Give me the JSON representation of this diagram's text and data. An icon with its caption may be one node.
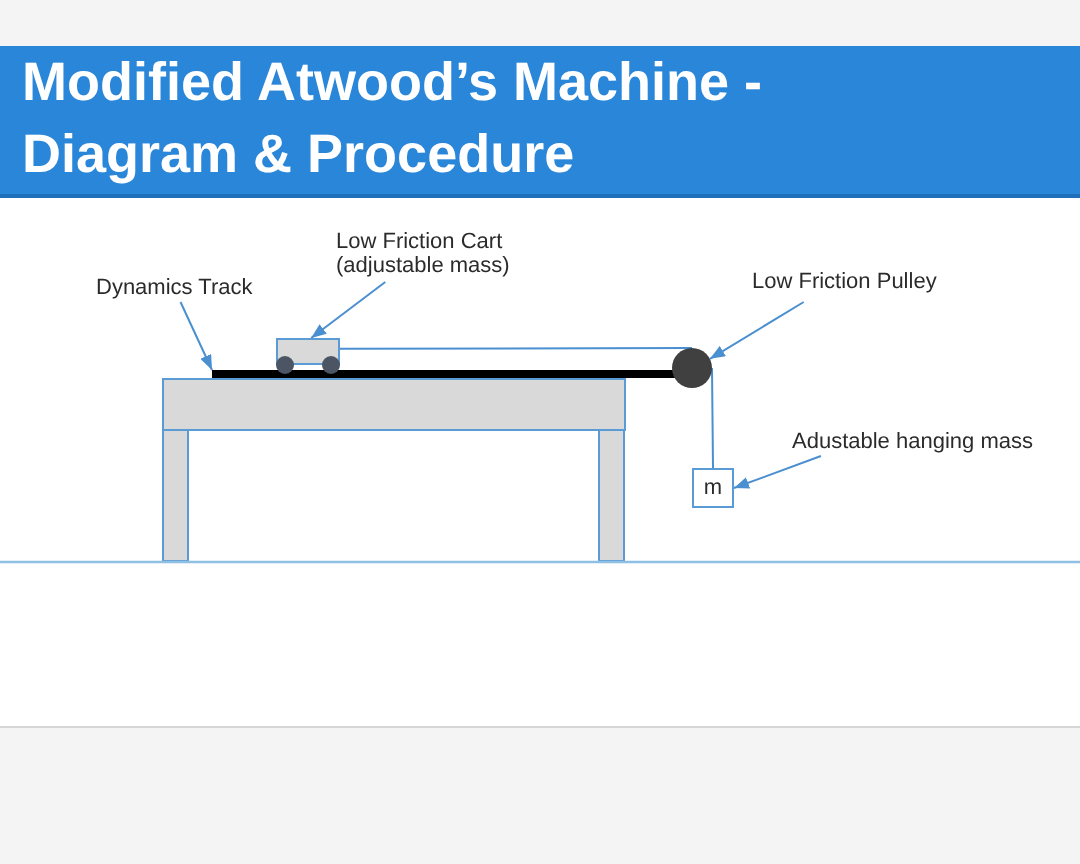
{
  "diagram": {
    "title": "Modified Atwood’s Machine - Diagram & Procedure",
    "nodes": [
      {
        "text": [
          "Dynamics Track"
        ]
      },
      {
        "text": [],
        "shape": "bar"
      },
      {
        "text": [
          "Low Friction Cart (adjustable mass)"
        ]
      },
      {
        "text": [],
        "shape": "cart"
      },
      {
        "text": [
          "Low Friction Pulley"
        ]
      },
      {
        "text": [],
        "shape": "circle"
      },
      {
        "text": [
          "Adustable hanging mass"
        ]
      },
      {
        "text": [
          "m"
        ]
      }
    ],
    "edges": [
      {
        "from": 0,
        "to": 1,
        "arrow": "to"
      },
      {
        "from": 2,
        "to": 3,
        "arrow": "to"
      },
      {
        "from": 4,
        "to": 5,
        "arrow": "to"
      },
      {
        "from": 6,
        "to": 7,
        "arrow": "to"
      },
      {
        "from": 3,
        "to": 5,
        "arrow": "none"
      },
      {
        "from": 5,
        "to": 7,
        "arrow": "none"
      }
    ]
  }
}
